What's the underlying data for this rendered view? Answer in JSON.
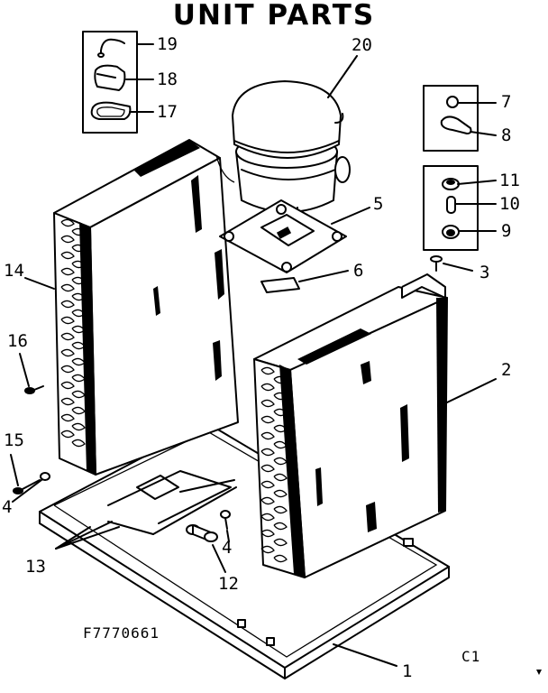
{
  "title": "UNIT PARTS",
  "drawing_number": "F7770661",
  "sheet_code": "C1",
  "part_labels": {
    "p1": "1",
    "p2": "2",
    "p3": "3",
    "p4a": "4",
    "p4b": "4",
    "p5": "5",
    "p6": "6",
    "p7": "7",
    "p8": "8",
    "p9": "9",
    "p10": "10",
    "p11": "11",
    "p12": "12",
    "p13": "13",
    "p14": "14",
    "p15": "15",
    "p16": "16",
    "p17": "17",
    "p18": "18",
    "p19": "19",
    "p20": "20"
  }
}
